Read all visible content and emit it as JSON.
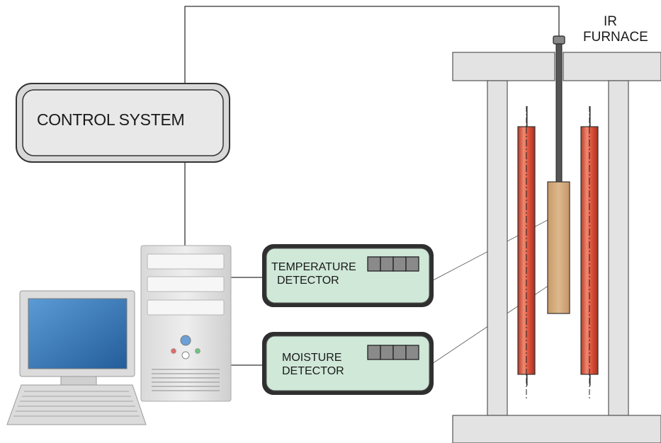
{
  "furnace": {
    "title_line1": "IR",
    "title_line2": "FURNACE"
  },
  "control_system": {
    "label": "CONTROL SYSTEM"
  },
  "temperature_detector": {
    "label_line1": "TEMPERATURE",
    "label_line2": "DETECTOR",
    "display_cells": 4
  },
  "moisture_detector": {
    "label_line1": "MOISTURE",
    "label_line2": "DETECTOR",
    "display_cells": 4
  },
  "colors": {
    "frame_fill": "#e3e3e3",
    "frame_stroke": "#555555",
    "detector_fill": "#cfe8d8",
    "heater_fill": "#e05a43",
    "sample_fill": "#d4ac7d",
    "monitor_screen": "#3a78b5"
  },
  "icons": [
    "computer-monitor-icon",
    "keyboard-icon",
    "pc-tower-icon"
  ]
}
